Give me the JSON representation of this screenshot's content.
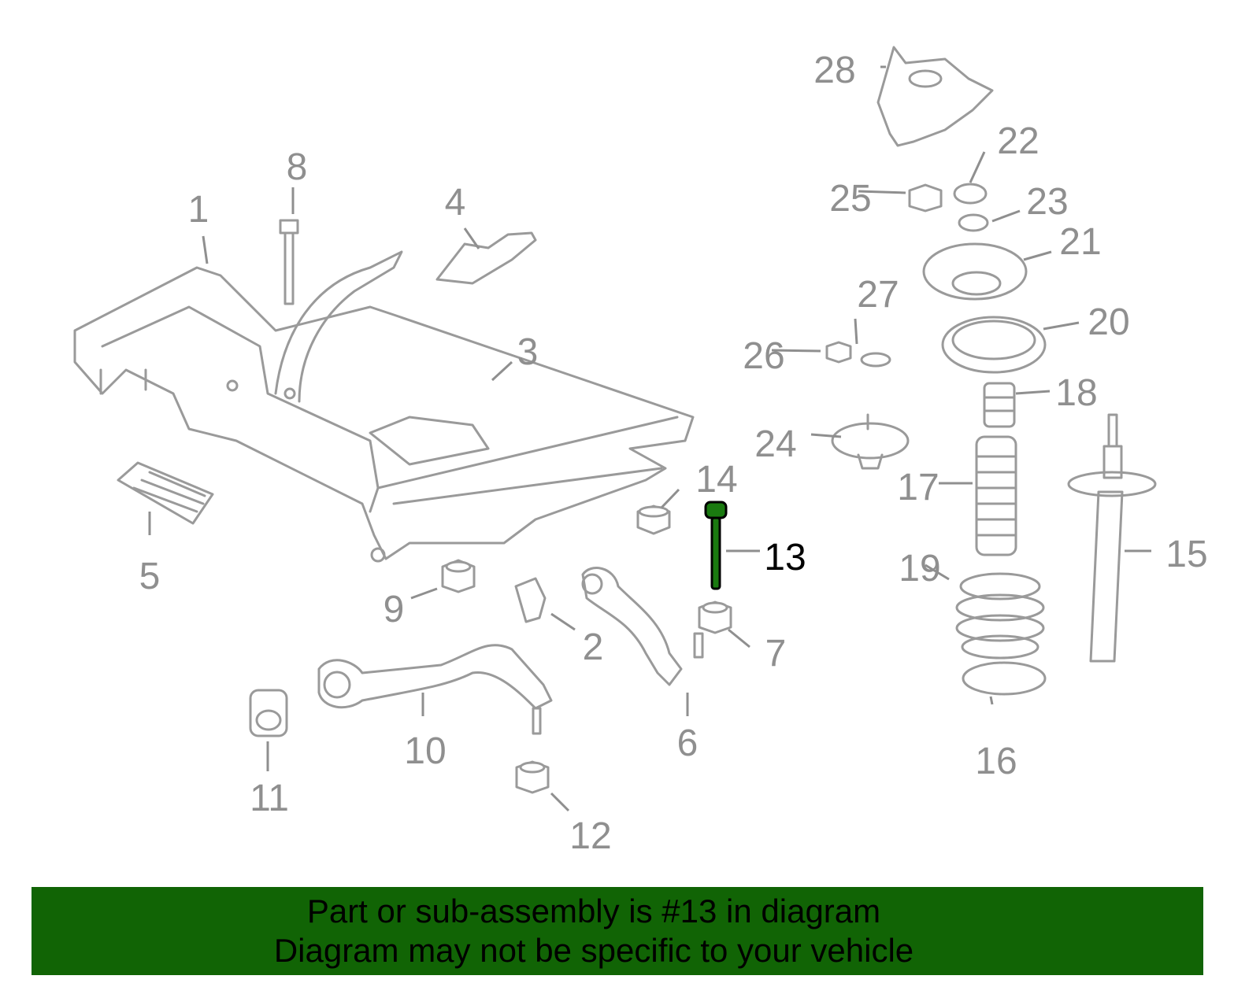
{
  "diagram": {
    "callouts": [
      "1",
      "2",
      "3",
      "4",
      "5",
      "6",
      "7",
      "8",
      "9",
      "10",
      "11",
      "12",
      "13",
      "14",
      "15",
      "16",
      "17",
      "18",
      "19",
      "20",
      "21",
      "22",
      "23",
      "24",
      "25",
      "26",
      "27",
      "28"
    ],
    "highlighted_part": "13",
    "highlight_color": "#1a7a10"
  },
  "banner": {
    "line1": "Part or sub-assembly is #13 in diagram",
    "line2": "Diagram may not be specific to your vehicle",
    "background": "#116405"
  }
}
